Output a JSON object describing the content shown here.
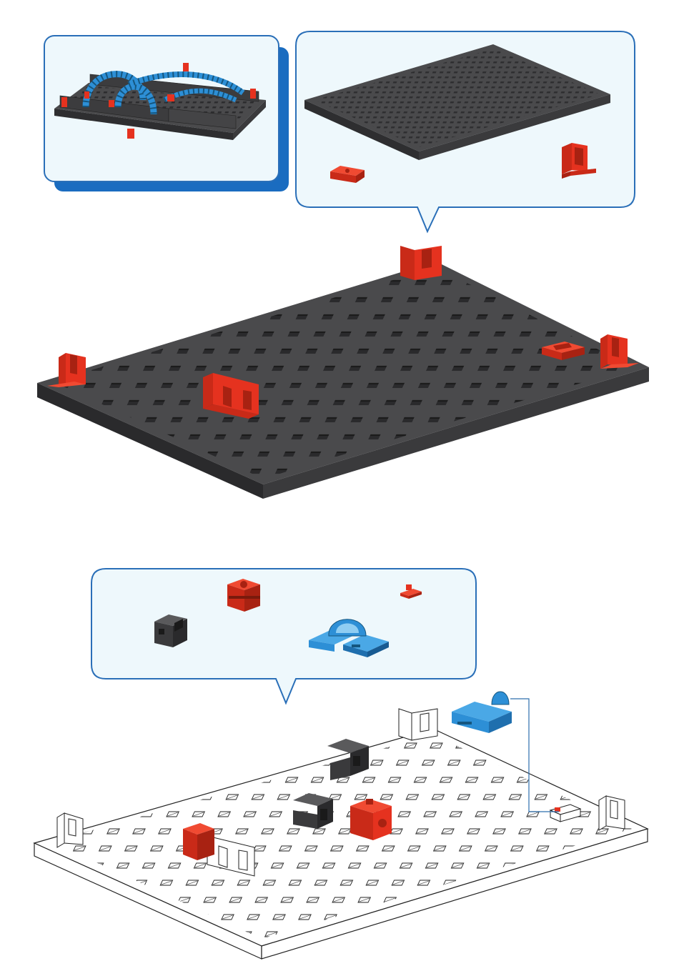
{
  "page": {
    "description_free": true
  },
  "palette": {
    "callout_fill": "#eef8fc",
    "callout_border": "#2a6fb8",
    "preview_shadow": "#1a6cc0",
    "plate_dark": "#4a4a4c",
    "plate_dark_side": "#2e2e30",
    "plate_light": "#ffffff",
    "brick_red": "#e5321f",
    "brick_blue": "#2d8fd6",
    "brick_black": "#3a3a3c"
  },
  "step1": {
    "preview_icon": "finished-model-thumbnail",
    "parts": [
      "base-plate",
      "red-clip-small",
      "red-angle-bracket"
    ]
  },
  "step2": {
    "parts": [
      "black-building-block",
      "red-building-block",
      "blue-curve-mount",
      "red-small-connector"
    ]
  }
}
